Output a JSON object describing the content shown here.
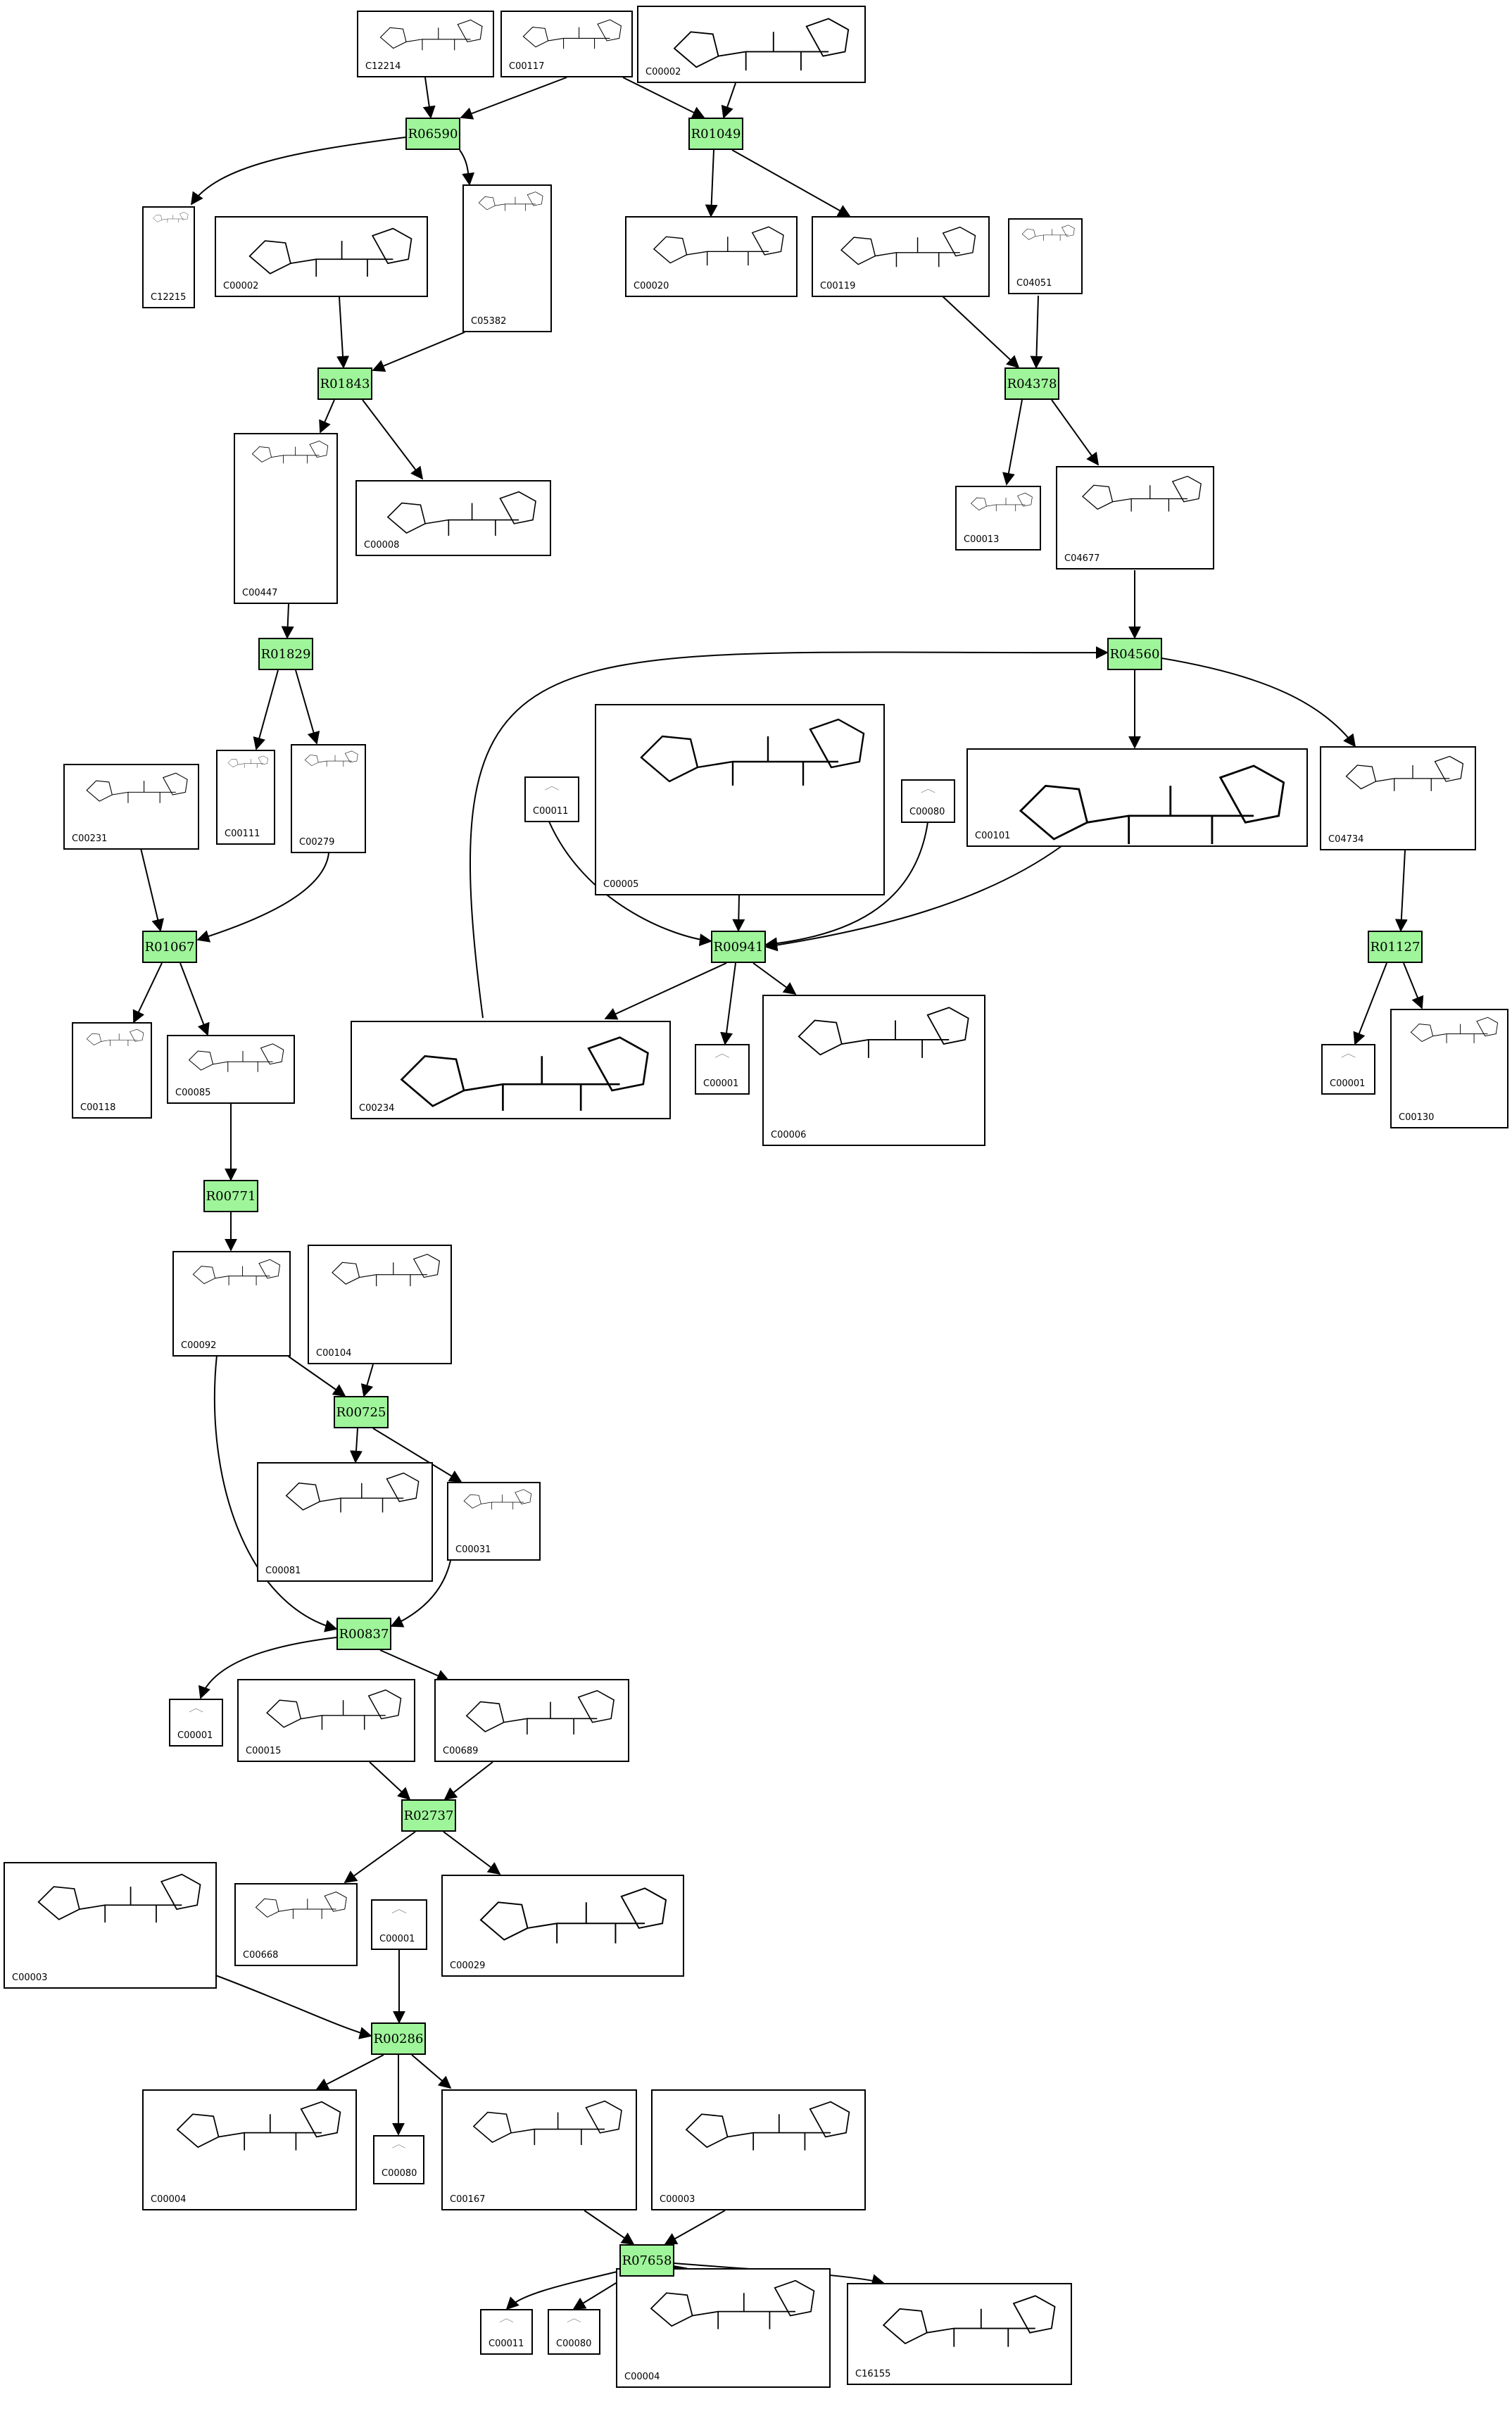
{
  "colors": {
    "reaction_fill": "#9ff59a",
    "line": "#000000",
    "node_border": "#000000"
  },
  "reactions": [
    {
      "key": "R06590",
      "label": "R06590"
    },
    {
      "key": "R01049",
      "label": "R01049"
    },
    {
      "key": "R01843",
      "label": "R01843"
    },
    {
      "key": "R04378",
      "label": "R04378"
    },
    {
      "key": "R01829",
      "label": "R01829"
    },
    {
      "key": "R04560",
      "label": "R04560"
    },
    {
      "key": "R01067",
      "label": "R01067"
    },
    {
      "key": "R00941",
      "label": "R00941"
    },
    {
      "key": "R01127",
      "label": "R01127"
    },
    {
      "key": "R00771",
      "label": "R00771"
    },
    {
      "key": "R00725",
      "label": "R00725"
    },
    {
      "key": "R00837",
      "label": "R00837"
    },
    {
      "key": "R02737",
      "label": "R02737"
    },
    {
      "key": "R00286",
      "label": "R00286"
    },
    {
      "key": "R07658",
      "label": "R07658"
    }
  ],
  "compounds": [
    {
      "key": "n_C12214",
      "id": "C12214",
      "structure": "sugar-phosphate"
    },
    {
      "key": "n_C00117",
      "id": "C00117",
      "structure": "ribose-5-phosphate"
    },
    {
      "key": "n_C00002a",
      "id": "C00002",
      "structure": "ATP"
    },
    {
      "key": "n_C12215",
      "id": "C12215",
      "structure": "chain-phosphate"
    },
    {
      "key": "n_C00002b",
      "id": "C00002",
      "structure": "ATP"
    },
    {
      "key": "n_C05382",
      "id": "C05382",
      "structure": "sedoheptulose-phosphate"
    },
    {
      "key": "n_C00020",
      "id": "C00020",
      "structure": "AMP"
    },
    {
      "key": "n_C00119",
      "id": "C00119",
      "structure": "PRPP"
    },
    {
      "key": "n_C04051",
      "id": "C04051",
      "structure": "AICA"
    },
    {
      "key": "n_C00447",
      "id": "C00447",
      "structure": "sedoheptulose-bisphosphate"
    },
    {
      "key": "n_C00008",
      "id": "C00008",
      "structure": "ADP"
    },
    {
      "key": "n_C00013",
      "id": "C00013",
      "structure": "diphosphate"
    },
    {
      "key": "n_C04677",
      "id": "C04677",
      "structure": "AICAR"
    },
    {
      "key": "n_C00231",
      "id": "C00231",
      "structure": "xylulose-phosphate"
    },
    {
      "key": "n_C00111",
      "id": "C00111",
      "structure": "dihydroxyacetone-phosphate"
    },
    {
      "key": "n_C00279",
      "id": "C00279",
      "structure": "erythrose-phosphate"
    },
    {
      "key": "n_C00011a",
      "id": "C00011",
      "structure": "CO2"
    },
    {
      "key": "n_C00005",
      "id": "C00005",
      "structure": "NADPH"
    },
    {
      "key": "n_C00080a",
      "id": "C00080",
      "structure": "H+"
    },
    {
      "key": "n_C00101",
      "id": "C00101",
      "structure": "tetrahydrofolate"
    },
    {
      "key": "n_C04734",
      "id": "C04734",
      "structure": "FAICAR"
    },
    {
      "key": "n_C00118",
      "id": "C00118",
      "structure": "glyceraldehyde-phosphate"
    },
    {
      "key": "n_C00085",
      "id": "C00085",
      "structure": "fructose-6-phosphate"
    },
    {
      "key": "n_C00234",
      "id": "C00234",
      "structure": "10-formyl-THF"
    },
    {
      "key": "n_C00001a",
      "id": "C00001",
      "structure": "water"
    },
    {
      "key": "n_C00006",
      "id": "C00006",
      "structure": "NADP+"
    },
    {
      "key": "n_C00001b",
      "id": "C00001",
      "structure": "water"
    },
    {
      "key": "n_C00130",
      "id": "C00130",
      "structure": "IMP"
    },
    {
      "key": "n_C00092",
      "id": "C00092",
      "structure": "glucose-6-phosphate"
    },
    {
      "key": "n_C00104",
      "id": "C00104",
      "structure": "IDP"
    },
    {
      "key": "n_C00081",
      "id": "C00081",
      "structure": "ITP"
    },
    {
      "key": "n_C00031",
      "id": "C00031",
      "structure": "glucose"
    },
    {
      "key": "n_C00001c",
      "id": "C00001",
      "structure": "water"
    },
    {
      "key": "n_C00015",
      "id": "C00015",
      "structure": "UDP"
    },
    {
      "key": "n_C00689",
      "id": "C00689",
      "structure": "trehalose-phosphate"
    },
    {
      "key": "n_C00003a",
      "id": "C00003",
      "structure": "NAD+"
    },
    {
      "key": "n_C00668",
      "id": "C00668",
      "structure": "glucose-1-phosphate"
    },
    {
      "key": "n_C00001d",
      "id": "C00001",
      "structure": "water"
    },
    {
      "key": "n_C00029",
      "id": "C00029",
      "structure": "UDP-glucose"
    },
    {
      "key": "n_C00004a",
      "id": "C00004",
      "structure": "NADH"
    },
    {
      "key": "n_C00080b",
      "id": "C00080",
      "structure": "H+"
    },
    {
      "key": "n_C00167",
      "id": "C00167",
      "structure": "UDP-glucuronate"
    },
    {
      "key": "n_C00003b",
      "id": "C00003",
      "structure": "NAD+"
    },
    {
      "key": "n_C00011b",
      "id": "C00011",
      "structure": "CO2"
    },
    {
      "key": "n_C00080c",
      "id": "C00080",
      "structure": "H+"
    },
    {
      "key": "n_C00004b",
      "id": "C00004",
      "structure": "NADH"
    },
    {
      "key": "n_C16155",
      "id": "C16155",
      "structure": "UDP-keto-sugar"
    }
  ]
}
